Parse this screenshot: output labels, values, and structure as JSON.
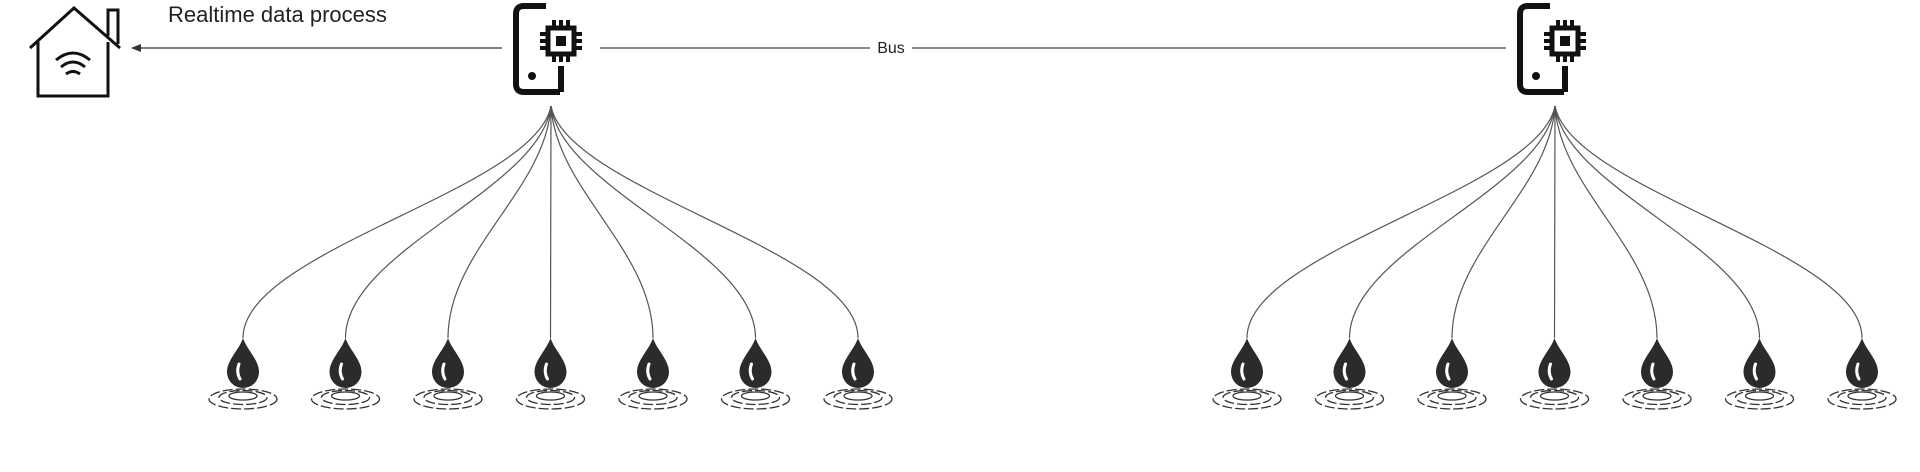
{
  "labels": {
    "realtime": "Realtime data process",
    "bus": "Bus"
  },
  "icons": {
    "home": "smart-home-wifi-icon",
    "controller": "controller-chip-device-icon",
    "sensor": "water-drop-sensor-icon"
  },
  "groups": [
    {
      "name": "group-left",
      "sensor_count": 7
    },
    {
      "name": "group-right",
      "sensor_count": 7
    }
  ],
  "colors": {
    "icon": "#111111",
    "line": "#555555",
    "drop": "#2b2b2b"
  }
}
